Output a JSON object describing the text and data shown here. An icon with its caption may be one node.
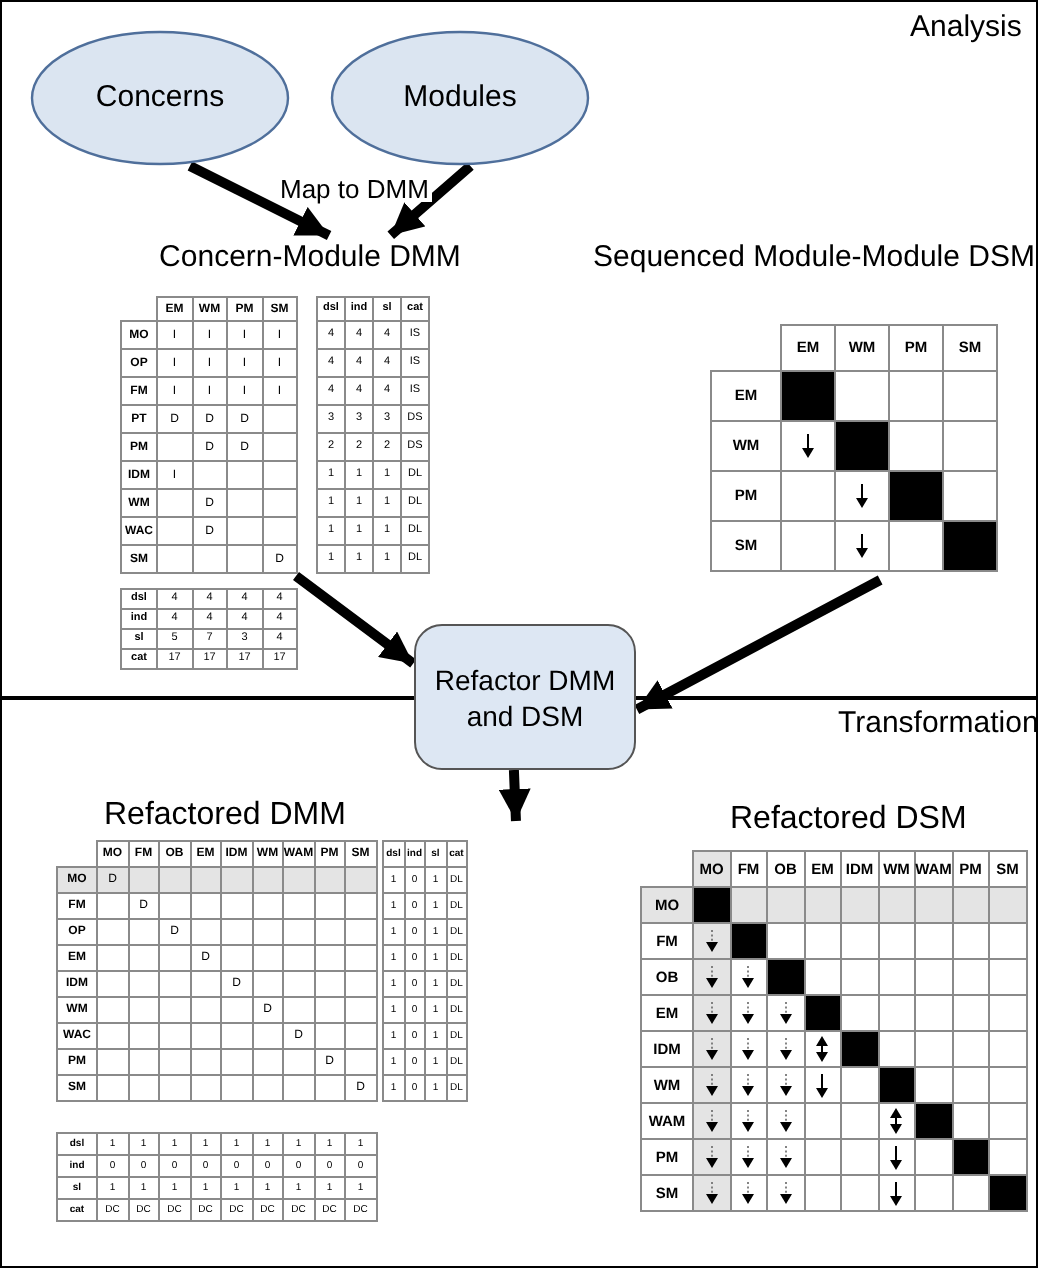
{
  "diagram": {
    "nodes": [
      {
        "text": [
          "Concerns"
        ]
      },
      {
        "text": [
          "Modules"
        ]
      },
      {
        "text": [
          "Concern-Module DMM"
        ]
      },
      {
        "text": [
          "Sequenced Module-Module DSM"
        ]
      },
      {
        "text": [
          "Refactor DMM and DSM"
        ]
      }
    ],
    "edges": [
      {
        "from": 0,
        "to": 2,
        "arrow": "to",
        "label": "Map to DMM"
      },
      {
        "from": 1,
        "to": 2,
        "arrow": "to"
      },
      {
        "from": 2,
        "to": 4,
        "arrow": "to"
      },
      {
        "from": 3,
        "to": 4,
        "arrow": "to"
      },
      {
        "from": 4,
        "to": null,
        "arrow": "to"
      }
    ],
    "labels": [
      "Analysis",
      "EM",
      "WM",
      "PM",
      "SM",
      "MO",
      "I",
      "I",
      "I",
      "I",
      "OP",
      "I",
      "I",
      "I",
      "I",
      "FM",
      "I",
      "I",
      "I",
      "I",
      "PT",
      "D",
      "D",
      "D",
      "PM",
      "D",
      "D",
      "IDM",
      "I",
      "WM",
      "D",
      "WAC",
      "D",
      "SM",
      "D",
      "dsl",
      "ind",
      "sl",
      "cat",
      "4",
      "4",
      "4",
      "IS",
      "4",
      "4",
      "4",
      "IS",
      "4",
      "4",
      "4",
      "IS",
      "3",
      "3",
      "3",
      "DS",
      "2",
      "2",
      "2",
      "DS",
      "1",
      "1",
      "1",
      "DL",
      "1",
      "1",
      "1",
      "DL",
      "1",
      "1",
      "1",
      "DL",
      "1",
      "1",
      "1",
      "DL",
      "dsl",
      "4",
      "4",
      "4",
      "4",
      "ind",
      "4",
      "4",
      "4",
      "4",
      "sl",
      "5",
      "7",
      "3",
      "4",
      "cat",
      "17",
      "17",
      "17",
      "17",
      "EM",
      "WM",
      "PM",
      "SM",
      "EM",
      "WM",
      "PM",
      "SM",
      "Transformation",
      "Refactored DMM",
      "MO",
      "FM",
      "OB",
      "EM",
      "IDM",
      "WM",
      "WAM",
      "PM",
      "SM",
      "MO",
      "D",
      "FM",
      "D",
      "OP",
      "D",
      "EM",
      "D",
      "IDM",
      "D",
      "WM",
      "D",
      "WAC",
      "D",
      "PM",
      "D",
      "SM",
      "D",
      "dsl",
      "ind",
      "sl",
      "cat",
      "1",
      "0",
      "1",
      "DL",
      "1",
      "0",
      "1",
      "DL",
      "1",
      "0",
      "1",
      "DL",
      "1",
      "0",
      "1",
      "DL",
      "1",
      "0",
      "1",
      "DL",
      "1",
      "0",
      "1",
      "DL",
      "1",
      "0",
      "1",
      "DL",
      "1",
      "0",
      "1",
      "DL",
      "1",
      "0",
      "1",
      "DL",
      "dsl",
      "1",
      "1",
      "1",
      "1",
      "1",
      "1",
      "1",
      "1",
      "1",
      "ind",
      "0",
      "0",
      "0",
      "0",
      "0",
      "0",
      "0",
      "0",
      "0",
      "sl",
      "1",
      "1",
      "1",
      "1",
      "1",
      "1",
      "1",
      "1",
      "1",
      "cat",
      "DC",
      "DC",
      "DC",
      "DC",
      "DC",
      "DC",
      "DC",
      "DC",
      "DC",
      "Refactored DSM",
      "MO",
      "FM",
      "OB",
      "EM",
      "IDM",
      "WM",
      "WAM",
      "PM",
      "SM",
      "MO",
      "FM",
      "OB",
      "EM",
      "IDM",
      "WM",
      "WAM",
      "PM",
      "SM"
    ]
  }
}
